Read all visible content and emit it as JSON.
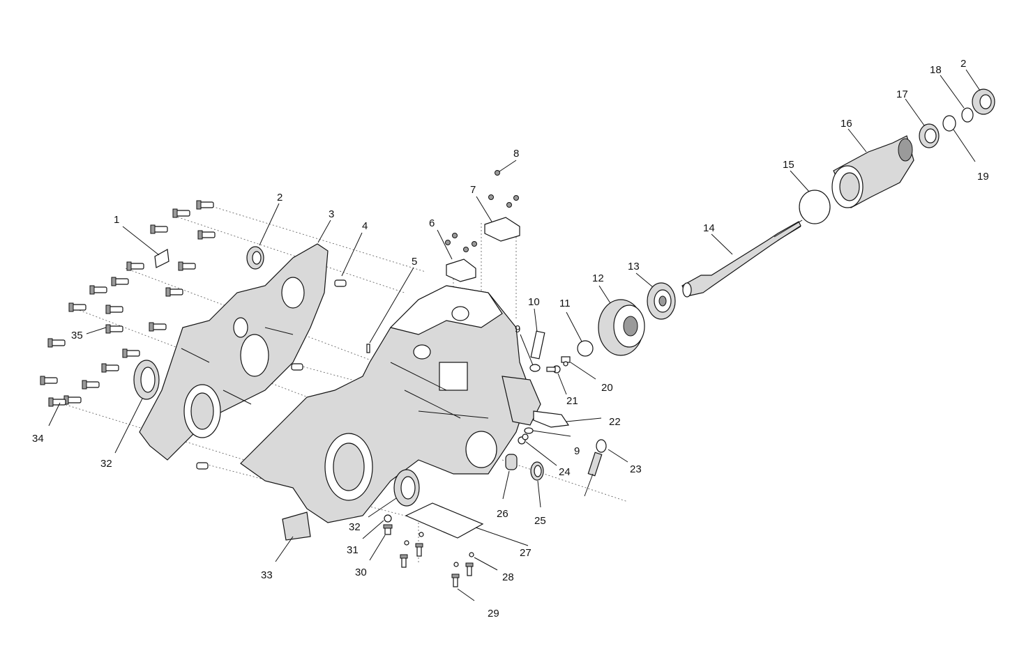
{
  "diagram": {
    "callouts": [
      "1",
      "2",
      "3",
      "4",
      "5",
      "6",
      "7",
      "8",
      "9",
      "10",
      "11",
      "12",
      "13",
      "14",
      "15",
      "16",
      "17",
      "18",
      "2",
      "19",
      "20",
      "21",
      "22",
      "9",
      "23",
      "24",
      "25",
      "26",
      "27",
      "28",
      "29",
      "30",
      "31",
      "32",
      "32",
      "33",
      "34",
      "35"
    ]
  },
  "colors": {
    "line": "#111111",
    "fill_light": "#d9d9d9",
    "fill_dark": "#9a9a9a",
    "background": "#ffffff"
  }
}
